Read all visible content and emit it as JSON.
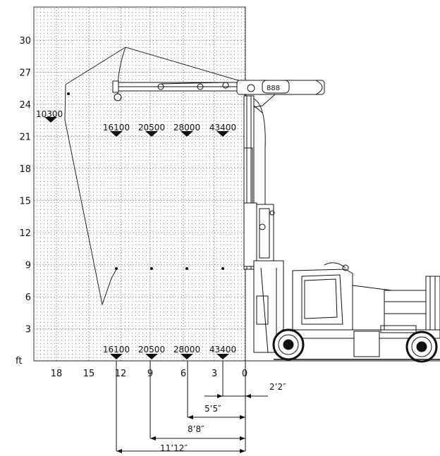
{
  "chart_data": {
    "type": "diagram",
    "y_unit": "ft",
    "y_ticks": [
      "30",
      "27",
      "24",
      "21",
      "18",
      "15",
      "12",
      "9",
      "6",
      "3"
    ],
    "x_ticks": [
      "18",
      "15",
      "12",
      "9",
      "6",
      "3",
      "0"
    ],
    "load_row_top": [
      "16100",
      "20500",
      "28000",
      "43400"
    ],
    "load_row_bottom": [
      "16100",
      "20500",
      "28000",
      "43400"
    ],
    "extra_load": "10300",
    "dimensions": [
      "2’2″",
      "5’5″",
      "8’8″",
      "11’12″"
    ]
  }
}
